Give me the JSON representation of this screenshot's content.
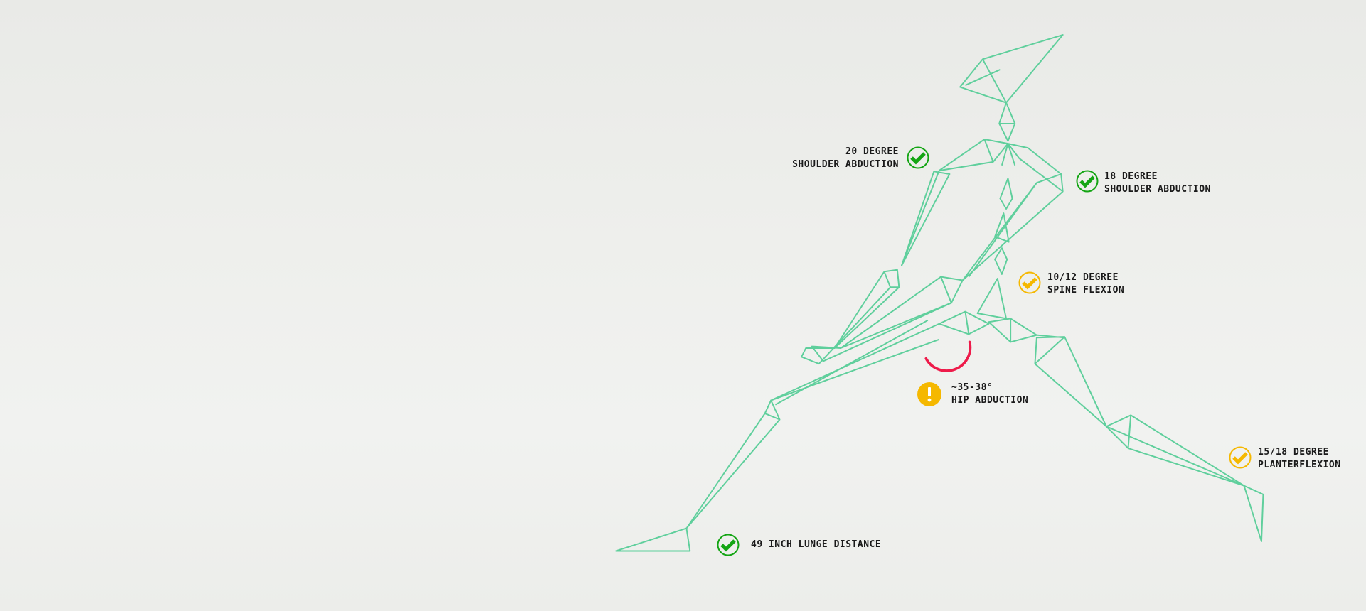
{
  "colors": {
    "skeleton": "#5fcf9c",
    "good": "#14a514",
    "caution": "#f5b800",
    "alert_arc": "#ee1b4a"
  },
  "annotations": [
    {
      "id": "left-shoulder",
      "status": "good",
      "icon": "check-icon",
      "line1": "20 Degree",
      "line2": "Shoulder Abduction"
    },
    {
      "id": "right-shoulder",
      "status": "good",
      "icon": "check-icon",
      "line1": "18 Degree",
      "line2": "Shoulder Abduction"
    },
    {
      "id": "spine",
      "status": "caution",
      "icon": "check-icon",
      "line1": "10/12 Degree",
      "line2": "Spine Flexion"
    },
    {
      "id": "hip",
      "status": "warning",
      "icon": "exclamation-icon",
      "line1": "~35-38°",
      "line2": "Hip Abduction"
    },
    {
      "id": "ankle",
      "status": "caution",
      "icon": "check-icon",
      "line1": "15/18 Degree",
      "line2": "Planterflexion"
    },
    {
      "id": "lunge",
      "status": "good",
      "icon": "check-icon",
      "line1": "49 Inch Lunge Distance"
    }
  ]
}
